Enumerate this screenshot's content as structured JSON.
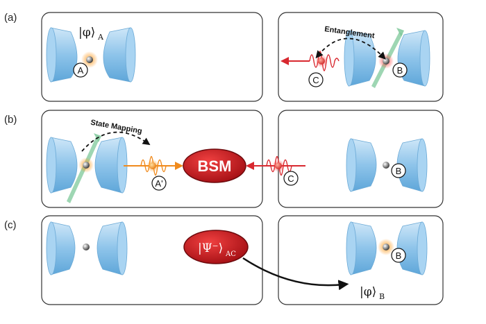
{
  "rows": [
    {
      "label": "(a)"
    },
    {
      "label": "(b)"
    },
    {
      "label": "(c)"
    }
  ],
  "row_a": {
    "left_state": {
      "ket": "|φ⟩",
      "sub": "A"
    },
    "atom_left": "A",
    "photon": "C",
    "atom_right": "B",
    "arc_label": "Entanglement"
  },
  "row_b": {
    "arc_label": "State Mapping",
    "photon_left": "A'",
    "bsm": "BSM",
    "photon_right": "C",
    "atom_right": "B"
  },
  "row_c": {
    "bell_state": {
      "ket": "|Ψ⁻⟩",
      "sub": "AC"
    },
    "atom_right": "B",
    "final_state": {
      "ket": "|φ⟩",
      "sub": "B"
    }
  },
  "colors": {
    "cavity": "#8ec4ea",
    "photon_red": "#d8282f",
    "photon_orange": "#f08a1c",
    "laser_green": "#7ec89a",
    "bsm_red": "#c8191f",
    "box_stroke": "#333333"
  }
}
